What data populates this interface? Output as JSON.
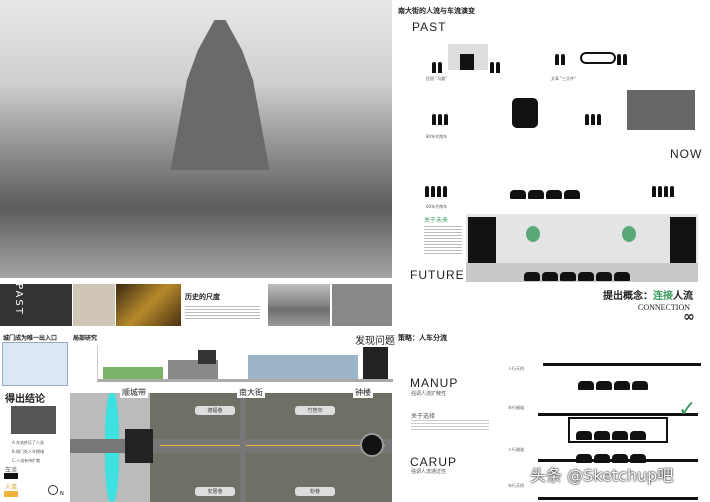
{
  "left": {
    "past_label": "PAST",
    "history_scale": {
      "title": "历史的尺度"
    },
    "gate_entry": "城门成为唯一出入口",
    "local_study": "局部研究",
    "find_problem": "发现问题",
    "conclusion": {
      "title": "得出结论",
      "items": [
        "A.车流挤压了人流",
        "B.城门处人车拥堵",
        "C.人流有待扩散"
      ],
      "legend_car": "车流",
      "legend_people": "人流",
      "north": "N"
    },
    "map": {
      "zones": [
        "顺城带",
        "南大街",
        "钟楼"
      ],
      "blocks": [
        "德福巷",
        "竹笆市",
        "安居巷",
        "粉巷"
      ]
    }
  },
  "right": {
    "evolution_title": "南大街的人流与车流演变",
    "past": "PAST",
    "era1": "民国 \"马路\"",
    "era2": "文革 \"三大件\"",
    "era3": "80年代南车",
    "now": "NOW",
    "era4": "00年代南车",
    "future_about": "关于未来",
    "future": "FUTURE",
    "concept_prefix": "提出概念：",
    "concept_green": "连接",
    "concept_suffix": "人流",
    "connection": "CONNECTION",
    "infinity": "∞",
    "strategy": "策略：人车分流",
    "manup": "MANUP",
    "manup_sub": "强调人流扩散性",
    "choice": "关于选择",
    "carup": "CARUP",
    "carup_sub": "强调人流通过性",
    "levels": [
      "人行天桥",
      "车行隧道",
      "人行隧道",
      "车行天桥"
    ],
    "watermark": "头条 @Sketchup吧",
    "accent_green": "#3c9a5f"
  }
}
